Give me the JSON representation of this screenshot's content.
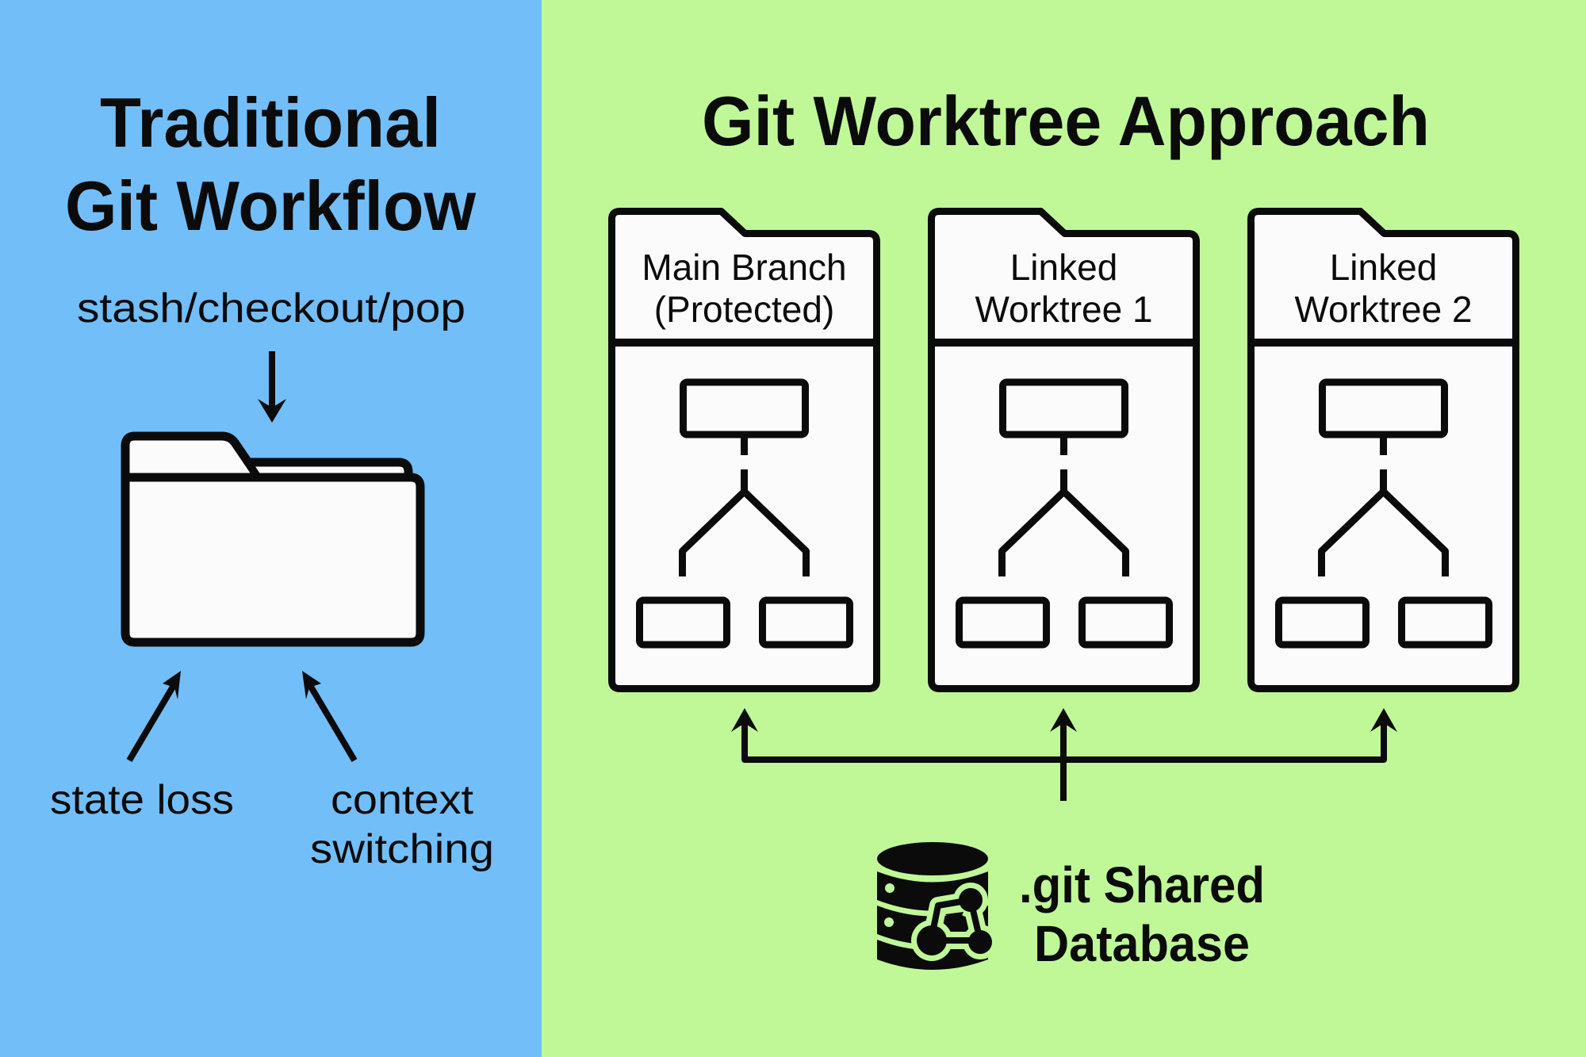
{
  "colors": {
    "left_panel_bg": "#72bef9",
    "right_panel_bg": "#c0f898",
    "ink": "#0b0b0b",
    "paper": "#fbfbfb"
  },
  "left_panel": {
    "title_line1": "Traditional",
    "title_line2": "Git Workflow",
    "command_label": "stash/checkout/pop",
    "folder_icon": "folder-icon",
    "problems": [
      {
        "label_lines": [
          "state loss"
        ]
      },
      {
        "label_lines": [
          "context",
          "switching"
        ]
      }
    ]
  },
  "right_panel": {
    "title": "Git Worktree Approach",
    "worktrees": [
      {
        "label_line1": "Main Branch",
        "label_line2": "(Protected)",
        "icon": "branch-tree-icon"
      },
      {
        "label_line1": "Linked",
        "label_line2": "Worktree 1",
        "icon": "branch-tree-icon"
      },
      {
        "label_line1": "Linked",
        "label_line2": "Worktree 2",
        "icon": "branch-tree-icon"
      }
    ],
    "database": {
      "icon": "database-git-icon",
      "label_line1": ".git Shared",
      "label_line2": "Database"
    }
  }
}
